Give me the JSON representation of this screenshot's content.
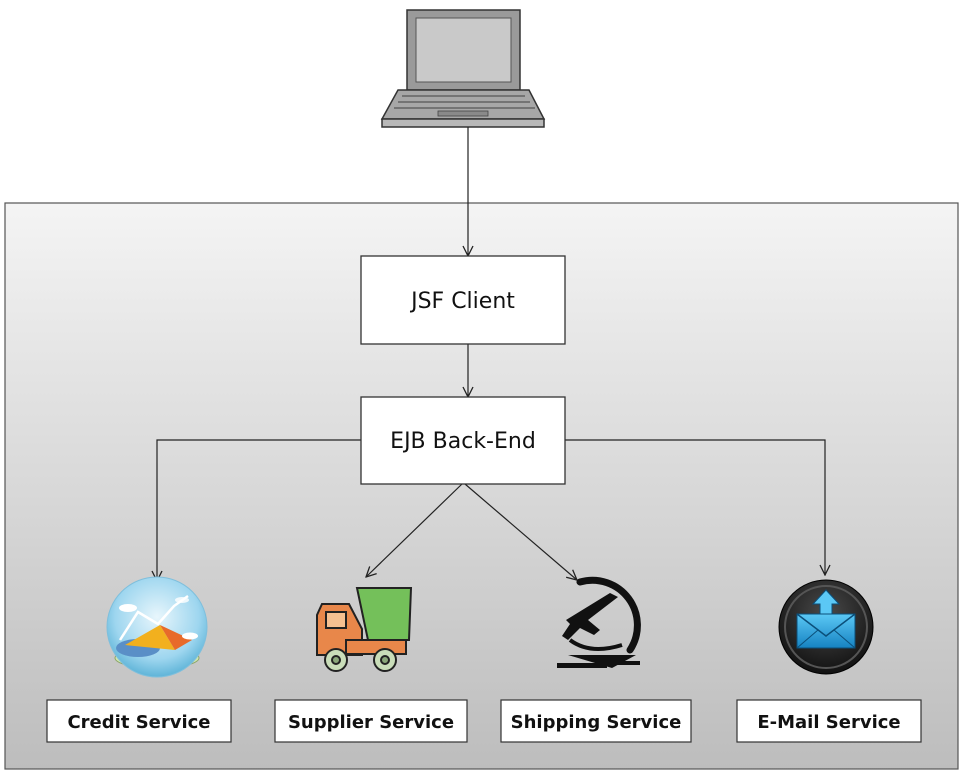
{
  "diagram": {
    "nodes": {
      "client_computer": {
        "icon": "laptop-icon"
      },
      "jsf_client": {
        "label": "JSF Client"
      },
      "ejb_backend": {
        "label": "EJB Back-End"
      }
    },
    "services": [
      {
        "key": "credit",
        "label": "Credit Service",
        "icon": "credit-chart-icon"
      },
      {
        "key": "supplier",
        "label": "Supplier Service",
        "icon": "delivery-truck-icon"
      },
      {
        "key": "shipping",
        "label": "Shipping Service",
        "icon": "airplane-globe-icon"
      },
      {
        "key": "email",
        "label": "E-Mail Service",
        "icon": "email-envelope-icon"
      }
    ],
    "edges": [
      {
        "from": "client_computer",
        "to": "jsf_client"
      },
      {
        "from": "jsf_client",
        "to": "ejb_backend"
      },
      {
        "from": "ejb_backend",
        "to": "credit"
      },
      {
        "from": "ejb_backend",
        "to": "supplier"
      },
      {
        "from": "ejb_backend",
        "to": "shipping"
      },
      {
        "from": "ejb_backend",
        "to": "email"
      }
    ],
    "colors": {
      "panel_top": "#f4f4f4",
      "panel_bottom": "#bdbdbd",
      "line": "#222222",
      "box_fill": "#ffffff",
      "box_border": "#333333"
    }
  }
}
